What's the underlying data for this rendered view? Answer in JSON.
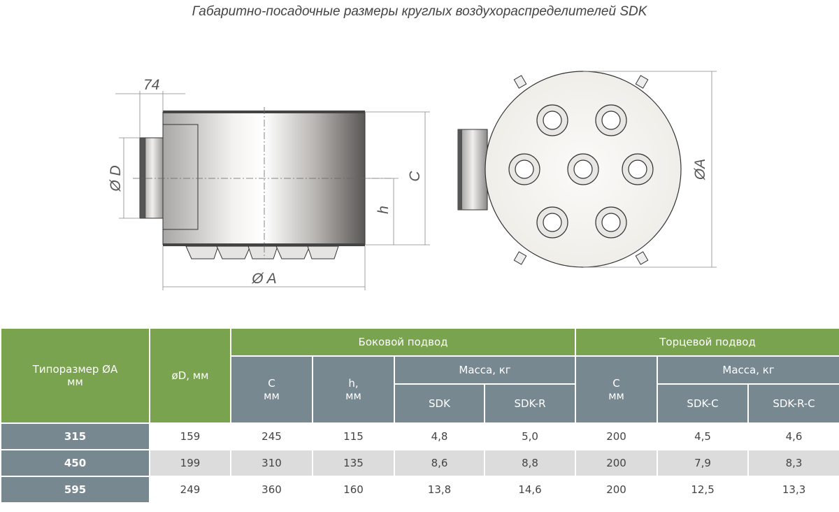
{
  "title": "Габаритно-посадочные размеры круглых воздухораспределителей SDK",
  "drawing": {
    "dim_74": "74",
    "dim_D": "Ø D",
    "dim_C": "C",
    "dim_h": "h",
    "dim_A_side": "Ø A",
    "dim_A_front": "ØA"
  },
  "table": {
    "col_size": "Типоразмер ØA мм",
    "col_d": "øD, мм",
    "group_side": "Боковой подвод",
    "group_end": "Торцевой подвод",
    "col_c": "С мм",
    "col_h": "h, мм",
    "mass": "Масса, кг",
    "col_c2": "С мм",
    "mass2": "Масса, кг",
    "sdk": "SDK",
    "sdk_r": "SDK-R",
    "sdk_c": "SDK-C",
    "sdk_r_c": "SDK-R-C",
    "rows": [
      [
        "315",
        "159",
        "245",
        "115",
        "4,8",
        "5,0",
        "200",
        "4,5",
        "4,6"
      ],
      [
        "450",
        "199",
        "310",
        "135",
        "8,6",
        "8,8",
        "200",
        "7,9",
        "8,3"
      ],
      [
        "595",
        "249",
        "360",
        "160",
        "13,8",
        "14,6",
        "200",
        "12,5",
        "13,3"
      ]
    ]
  },
  "colors": {
    "green": "#7aa34f",
    "slate": "#778891",
    "alt_row": "#dcdcdc"
  }
}
